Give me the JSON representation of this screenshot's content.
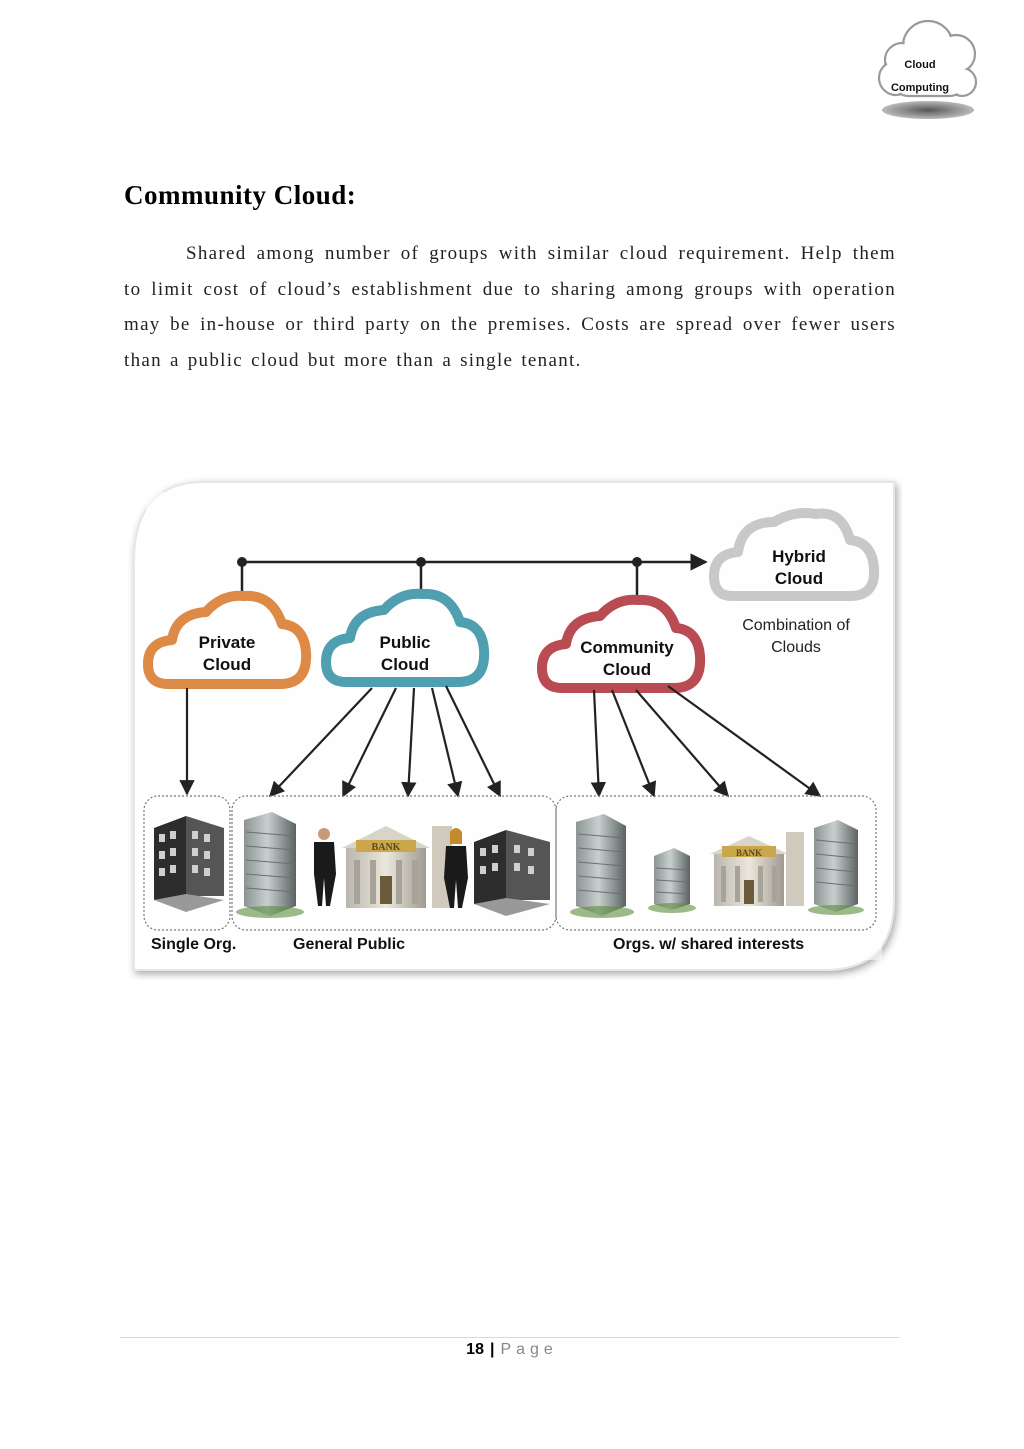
{
  "header": {
    "logo_line1": "Cloud",
    "logo_line2": "Computing"
  },
  "content": {
    "title": "Community Cloud:",
    "paragraph": "Shared among number of groups with similar cloud requirement. Help them to limit cost of cloud’s establishment due to sharing among groups with operation may be in-house or third party on the premises. Costs are spread over fewer users than a public cloud but more than a single tenant."
  },
  "diagram": {
    "clouds": {
      "hybrid": {
        "line1": "Hybrid",
        "line2": "Cloud",
        "color": "#c8c8c6"
      },
      "private": {
        "line1": "Private",
        "line2": "Cloud",
        "color": "#dc8a45"
      },
      "public": {
        "line1": "Public",
        "line2": "Cloud",
        "color": "#4f9fb0"
      },
      "community": {
        "line1": "Community",
        "line2": "Cloud",
        "color": "#b84c52"
      }
    },
    "hybrid_caption_line1": "Combination of",
    "hybrid_caption_line2": "Clouds",
    "groups": {
      "single": "Single Org.",
      "general": "General Public",
      "orgs": "Orgs. w/ shared interests"
    },
    "bank_sign": "BANK"
  },
  "footer": {
    "page_number": "18",
    "separator": "|",
    "page_label": "Page"
  }
}
